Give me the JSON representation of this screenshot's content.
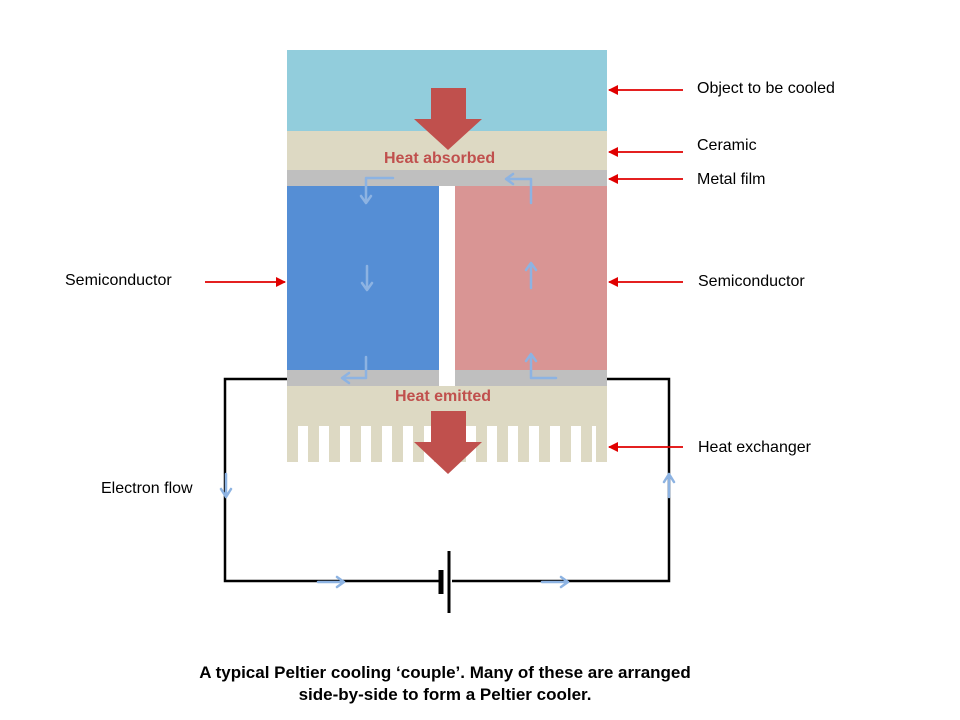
{
  "labels": {
    "object": "Object to be cooled",
    "ceramic": "Ceramic",
    "metal_film": "Metal film",
    "semiconductor_left": "Semiconductor",
    "semiconductor_right": "Semiconductor",
    "heat_exchanger": "Heat exchanger",
    "electron_flow": "Electron flow",
    "heat_absorbed": "Heat absorbed",
    "heat_emitted": "Heat emitted"
  },
  "caption": {
    "line1": "A typical Peltier cooling ‘couple’. Many of these are arranged",
    "line2": "side-by-side to form a Peltier cooler."
  },
  "colors": {
    "object": "#92cddc",
    "ceramic": "#ddd9c3",
    "metal_film": "#bfbfbf",
    "n_semiconductor": "#558ed5",
    "p_semiconductor": "#d99594",
    "heat_arrow": "#c0504d",
    "pointer_arrow": "#e00000",
    "electron_arrow": "#8db3e2",
    "wire": "#000000"
  }
}
